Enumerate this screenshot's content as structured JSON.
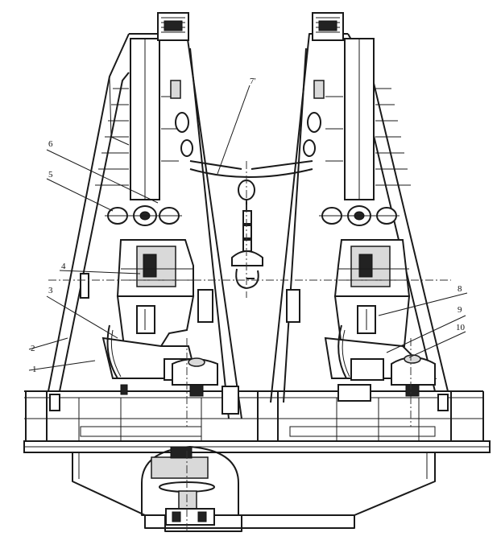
{
  "callouts": {
    "c1": "1",
    "c2": "2",
    "c3": "3",
    "c4": "4",
    "c5": "5",
    "c6": "6",
    "c7": "7'",
    "c8": "8",
    "c9": "9",
    "c10": "10"
  }
}
